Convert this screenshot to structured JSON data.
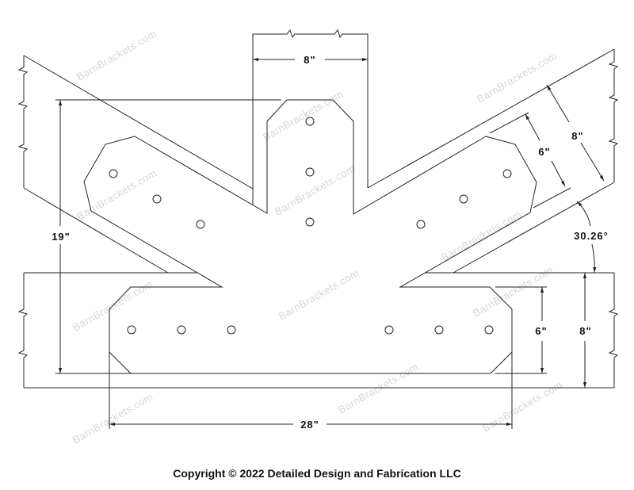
{
  "drawing": {
    "dimensions": {
      "post_width": "8\"",
      "overall_height": "19\"",
      "overall_width": "28\"",
      "rafter_depth": "8\"",
      "rafter_bracket_width": "6\"",
      "beam_bracket_width": "6\"",
      "beam_depth": "8\"",
      "rafter_angle": "30.26°"
    },
    "watermark": "BarnBrackets.com",
    "line_color": "#222222"
  },
  "footer": {
    "copyright": "Copyright © 2022 Detailed Design and Fabrication LLC"
  }
}
